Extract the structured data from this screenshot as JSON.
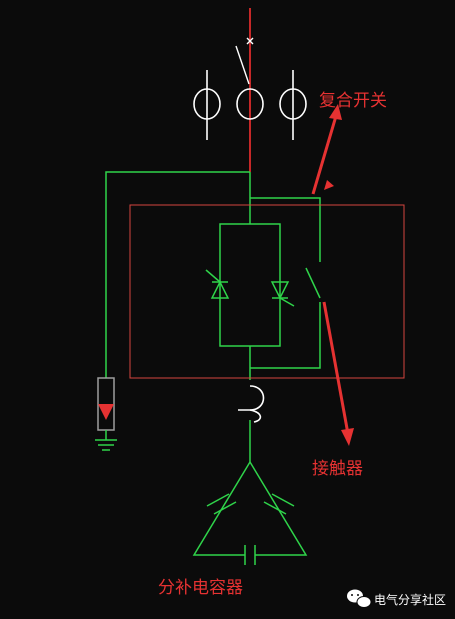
{
  "colors": {
    "background": "#0b0b0b",
    "wire": "#2fd44a",
    "busbar": "#c62828",
    "fuse_body": "#9e9e9e",
    "highlight_box": "#d6453f",
    "annotation": "#e63232",
    "watermark_text": "#ffffff"
  },
  "labels": {
    "composite_switch": "复合开关",
    "contactor": "接触器",
    "capacitor": "分补电容器"
  },
  "watermark": {
    "text": "电气分享社区",
    "icon": "wechat-icon"
  }
}
